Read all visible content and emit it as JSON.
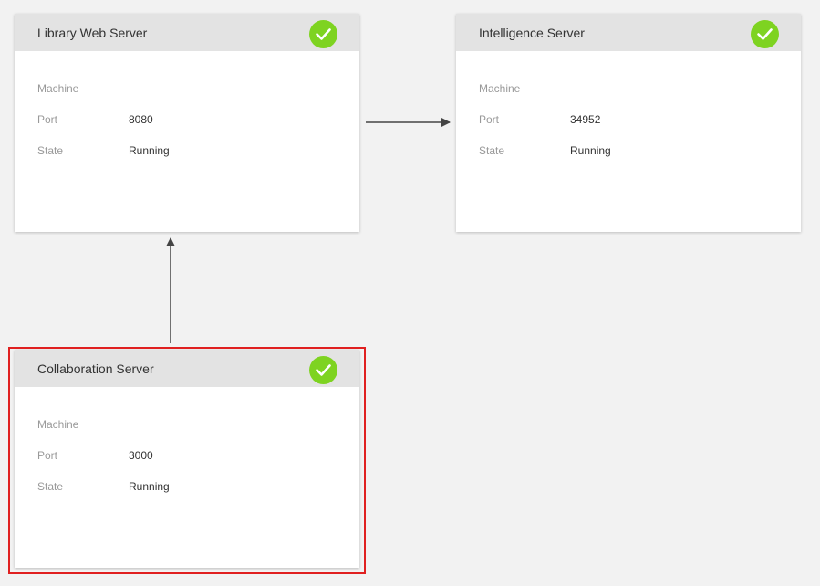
{
  "colors": {
    "background": "#f2f2f2",
    "card_header": "#e3e3e3",
    "status_ok": "#7ed321",
    "selection": "#e02020",
    "connector": "#444444"
  },
  "status_icon": "check-circle-icon",
  "nodes": [
    {
      "title": "Library Web Server",
      "status": "ok",
      "selected": false,
      "props": [
        {
          "key": "Machine",
          "value": ""
        },
        {
          "key": "Port",
          "value": "8080"
        },
        {
          "key": "State",
          "value": "Running"
        }
      ]
    },
    {
      "title": "Intelligence Server",
      "status": "ok",
      "selected": false,
      "props": [
        {
          "key": "Machine",
          "value": ""
        },
        {
          "key": "Port",
          "value": "34952"
        },
        {
          "key": "State",
          "value": "Running"
        }
      ]
    },
    {
      "title": "Collaboration Server",
      "status": "ok",
      "selected": true,
      "props": [
        {
          "key": "Machine",
          "value": ""
        },
        {
          "key": "Port",
          "value": "3000"
        },
        {
          "key": "State",
          "value": "Running"
        }
      ]
    }
  ],
  "connections": [
    {
      "from": "Library Web Server",
      "to": "Intelligence Server"
    },
    {
      "from": "Collaboration Server",
      "to": "Library Web Server"
    }
  ]
}
